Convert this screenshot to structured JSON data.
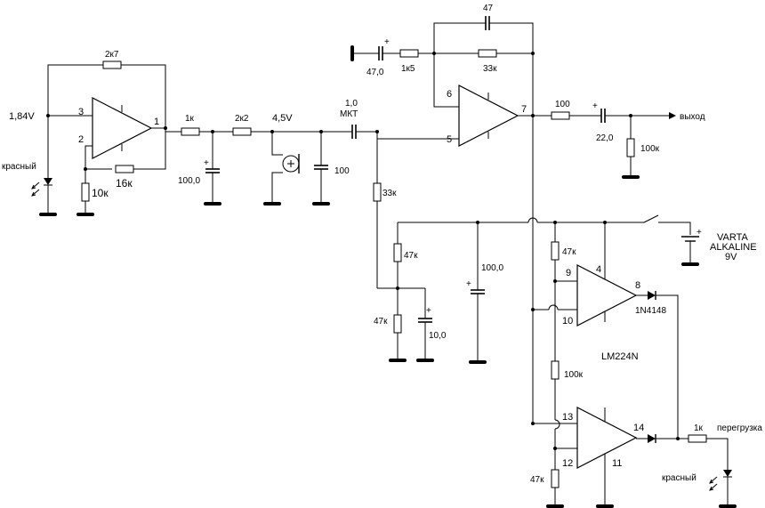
{
  "labels": {
    "r_2k7": "2к7",
    "v_184": "1,84V",
    "pin3": "3",
    "pin2": "2",
    "pin1": "1",
    "r_10k": "10к",
    "r_16k": "16к",
    "led1": "красный",
    "r_1k": "1к",
    "r_2k2": "2к2",
    "c_100_0_a": "100,0",
    "v_45": "4,5V",
    "c_100": "100",
    "c_1_0": "1,0",
    "c_mkt": "МКТ",
    "r_33k_a": "33к",
    "c_47": "47",
    "c_47_0": "47,0",
    "r_1k5": "1к5",
    "r_33k_b": "33к",
    "pin6": "6",
    "pin5": "5",
    "pin7": "7",
    "r_100": "100",
    "c_22_0": "22,0",
    "out": "выход",
    "r_100k_out": "100к",
    "batt1": "VARTA",
    "batt2": "ALKALINE",
    "batt3": "9V",
    "r_47k_a": "47к",
    "r_47k_b": "47к",
    "c_10_0": "10,0",
    "c_100_0_b": "100,0",
    "r_47k_c": "47к",
    "pin9": "9",
    "pin4": "4",
    "pin8": "8",
    "pin10": "10",
    "diode1": "1N4148",
    "ic": "LM224N",
    "r_100k": "100к",
    "pin13": "13",
    "pin14": "14",
    "pin12": "12",
    "pin11": "11",
    "r_47k_d": "47к",
    "r_1k_b": "1к",
    "overload": "перегрузка",
    "led2": "красный",
    "plus": "+"
  }
}
